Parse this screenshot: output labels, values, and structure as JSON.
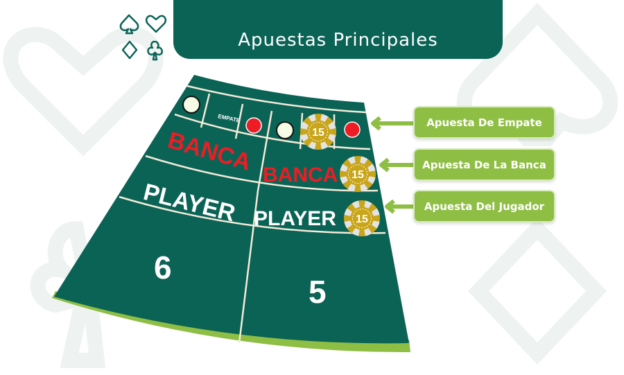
{
  "title": "Apuestas Principales",
  "table": {
    "empate_label": "EMPATE",
    "banca_label": "BANCA",
    "player_label": "PLAYER",
    "left_score": "6",
    "right_score": "5",
    "chip_value": "15"
  },
  "callouts": [
    {
      "label": "Apuesta De Empate"
    },
    {
      "label": "Apuesta De La Banca"
    },
    {
      "label": "Apuesta Del Jugador"
    }
  ],
  "colors": {
    "table_green": "#0b6356",
    "accent_green": "#8fbe45",
    "banca_red": "#ee1c24",
    "chip_gold": "#c9a51a"
  },
  "icons": [
    "spade-icon",
    "heart-icon",
    "diamond-icon",
    "club-icon"
  ]
}
